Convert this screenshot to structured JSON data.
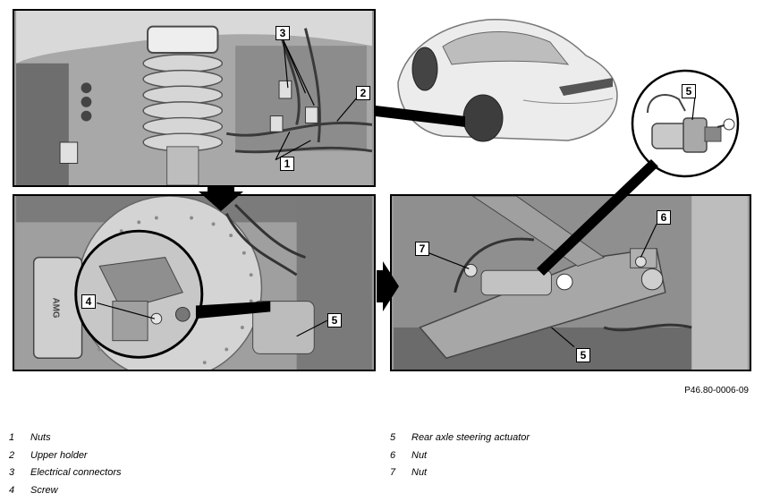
{
  "figure_id": "P46.80-0006-09",
  "callouts": {
    "top_left": [
      "3",
      "2",
      "1"
    ],
    "bottom_left": [
      "4",
      "5"
    ],
    "bottom_right": [
      "6",
      "7",
      "5"
    ],
    "inset": "5"
  },
  "legend_left": [
    {
      "num": "1",
      "label": "Nuts"
    },
    {
      "num": "2",
      "label": "Upper holder"
    },
    {
      "num": "3",
      "label": "Electrical connectors"
    },
    {
      "num": "4",
      "label": "Screw"
    }
  ],
  "legend_right": [
    {
      "num": "5",
      "label": "Rear axle steering actuator"
    },
    {
      "num": "6",
      "label": "Nut"
    },
    {
      "num": "7",
      "label": "Nut"
    }
  ]
}
